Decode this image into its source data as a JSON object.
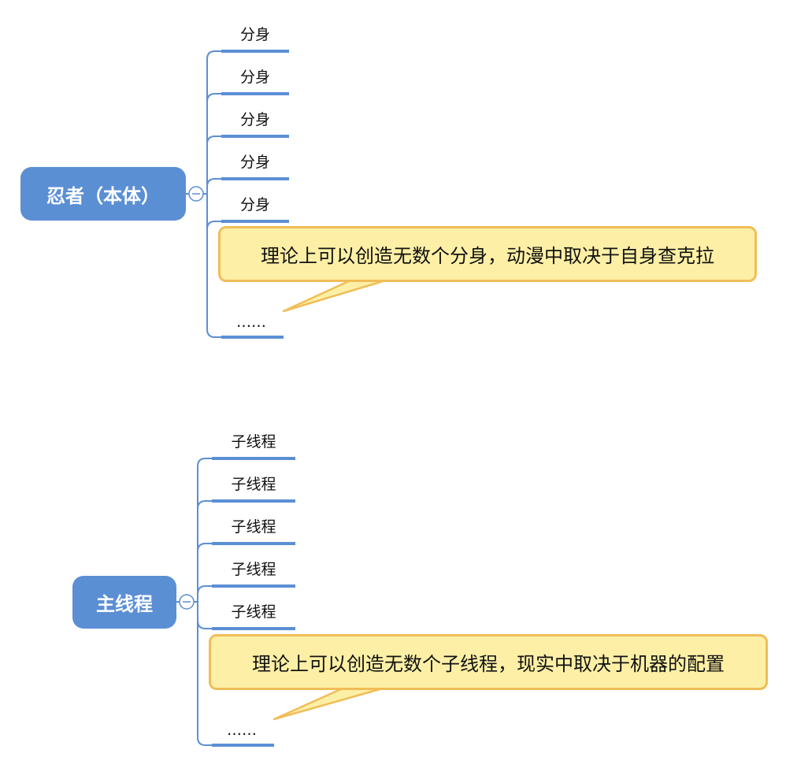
{
  "mindmap1": {
    "root": "忍者（本体）",
    "children": [
      "分身",
      "分身",
      "分身",
      "分身",
      "分身",
      "……"
    ],
    "note": "理论上可以创造无数个分身，动漫中取决于自身查克拉"
  },
  "mindmap2": {
    "root": "主线程",
    "children": [
      "子线程",
      "子线程",
      "子线程",
      "子线程",
      "子线程",
      "……"
    ],
    "note": "理论上可以创造无数个子线程，现实中取决于机器的配置"
  },
  "colors": {
    "node": "#5b8fd4",
    "connector": "#5b8fd4",
    "callout_fill": "#fdf0a6",
    "callout_border": "#f1bd57"
  }
}
